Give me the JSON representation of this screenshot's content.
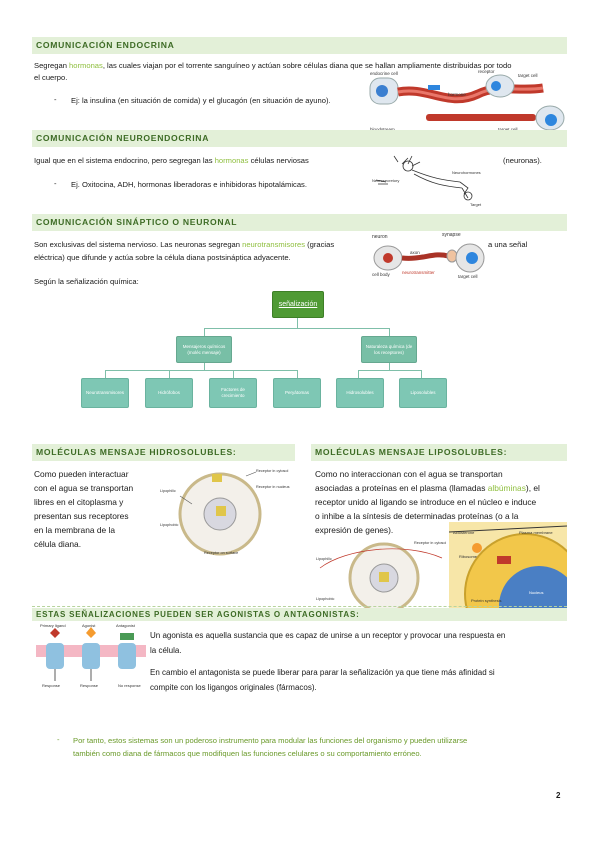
{
  "sections": {
    "endocrina": {
      "title": "COMUNICACIÓN ENDOCRINA",
      "p1_a": "Segregan ",
      "p1_hl": "hormonas",
      "p1_b": ", las cuales viajan por el torrente sanguíneo y actúan sobre células diana que se hallan ampliamente distribuidas por todo",
      "p1_c": "el cuerpo.",
      "bullet": "Ej: la insulina (en situación de comida) y el glucagón (en situación de ayuno).",
      "fig_labels": [
        "endocrine cell",
        "receptor",
        "target cell",
        "hormone",
        "bloodstream",
        "target cell"
      ]
    },
    "neuroendocrina": {
      "title": "COMUNICACIÓN NEUROENDOCRINA",
      "p1_a": "Igual que en el sistema endocrino, pero segregan las ",
      "p1_hl": "hormonas",
      "p1_b": " células nerviosas",
      "p1_c": "(neuronas).",
      "bullet": "Ej. Oxitocina, ADH, hormonas liberadoras e inhibidoras hipotalámicas."
    },
    "sinaptico": {
      "title": "COMUNICACIÓN SINÁPTICO O NEURONAL",
      "p1_a": "Son exclusivas del sistema nervioso. Las neuronas segregan ",
      "p1_hl": "neurotransmisores",
      "p1_b": " (gracias",
      "p1_c": "a una señal",
      "p2": "eléctrica) que difunde y actúa sobre la célula diana postsináptica adyacente.",
      "p3": "Según la señalización química:",
      "fig_labels": [
        "synapse",
        "neuron",
        "axon",
        "cell body",
        "neurotransmitter",
        "target cell"
      ],
      "tree": {
        "root": "señalización",
        "left": "Mensajeros químicos (moléc mensaje)",
        "right": "Naturaleza química (de los receptores)",
        "leaves": [
          "Neurotransmisores",
          "Hidrófobos",
          "Factores de crecimiento",
          "Peryátomas",
          "Hidrosolubles",
          "Liposolubles"
        ]
      }
    },
    "hidrosolubles": {
      "title": "MOLÉCULAS MENSAJE HIDROSOLUBLES:",
      "lines": [
        "Como pueden interactuar",
        "con el agua se transportan",
        "libres en el citoplasma y",
        "presentan sus receptores",
        "en la membrana de la",
        "célula diana."
      ]
    },
    "liposolubles": {
      "title": "MOLÉCULAS MENSAJE LIPOSOLUBLES:",
      "l1": "Como no interaccionan con el agua se transportan",
      "l2_a": "asociadas a proteínas en el plasma (llamadas ",
      "l2_hl": "albúminas",
      "l2_b": "), el",
      "l3": "receptor unido al ligando se introduce en el núcleo e induce",
      "l4": "o inhibe a la síntesis de determinadas proteínas (o a la",
      "l5": "expresión de genes)."
    },
    "agonistas": {
      "title": "ESTAS SEÑALIZACIONES PUEDEN SER AGONISTAS O ANTAGONISTAS:",
      "p1_a": "Un agonista es aquella sustancia que es capaz de unirse a un receptor y provocar una respuesta en",
      "p1_b": "la célula.",
      "p2_a": "En cambio el antagonista se puede liberar para parar la señalización ya que tiene más afinidad si",
      "p2_b": "compite con los ligangos originales (fármacos).",
      "fig_labels": [
        "Primary ligand",
        "Agonist",
        "Antagonist",
        "Response",
        "Response",
        "No response"
      ],
      "note_1": "Por tanto, estos sistemas son un poderoso instrumento para modular las funciones del organismo y pueden utilizarse",
      "note_2": "también como diana de fármacos que modifiquen las funciones celulares o su comportamiento erróneo."
    }
  },
  "page_number": "2",
  "colors": {
    "band": "#e3f0d8",
    "heading": "#3d6b25",
    "highlight": "#8fbf3f"
  }
}
